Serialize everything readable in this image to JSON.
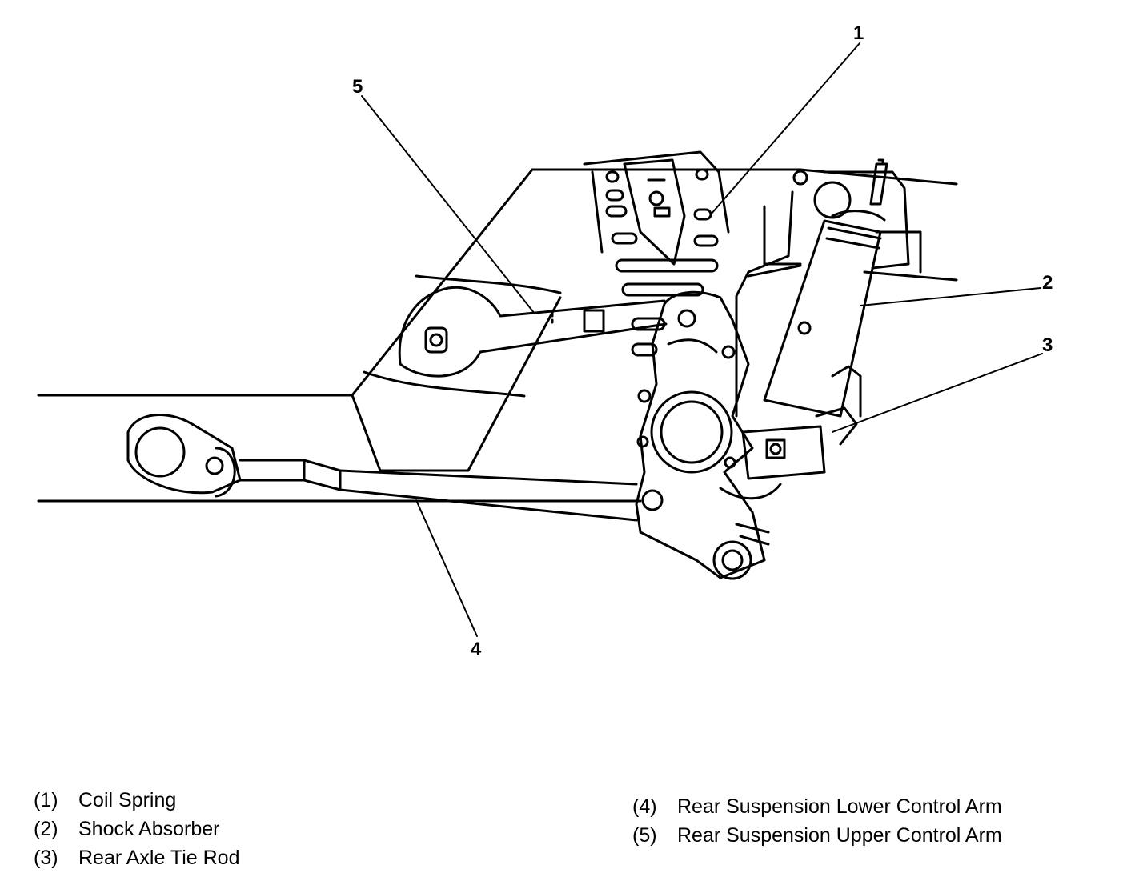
{
  "diagram": {
    "callouts": [
      {
        "id": "1",
        "label": "1"
      },
      {
        "id": "2",
        "label": "2"
      },
      {
        "id": "3",
        "label": "3"
      },
      {
        "id": "4",
        "label": "4"
      },
      {
        "id": "5",
        "label": "5"
      }
    ]
  },
  "legend": [
    {
      "num": "(1)",
      "text": "Coil Spring"
    },
    {
      "num": "(2)",
      "text": "Shock Absorber"
    },
    {
      "num": "(3)",
      "text": "Rear Axle Tie Rod"
    },
    {
      "num": "(4)",
      "text": "Rear Suspension Lower Control Arm"
    },
    {
      "num": "(5)",
      "text": "Rear Suspension Upper Control Arm"
    }
  ]
}
